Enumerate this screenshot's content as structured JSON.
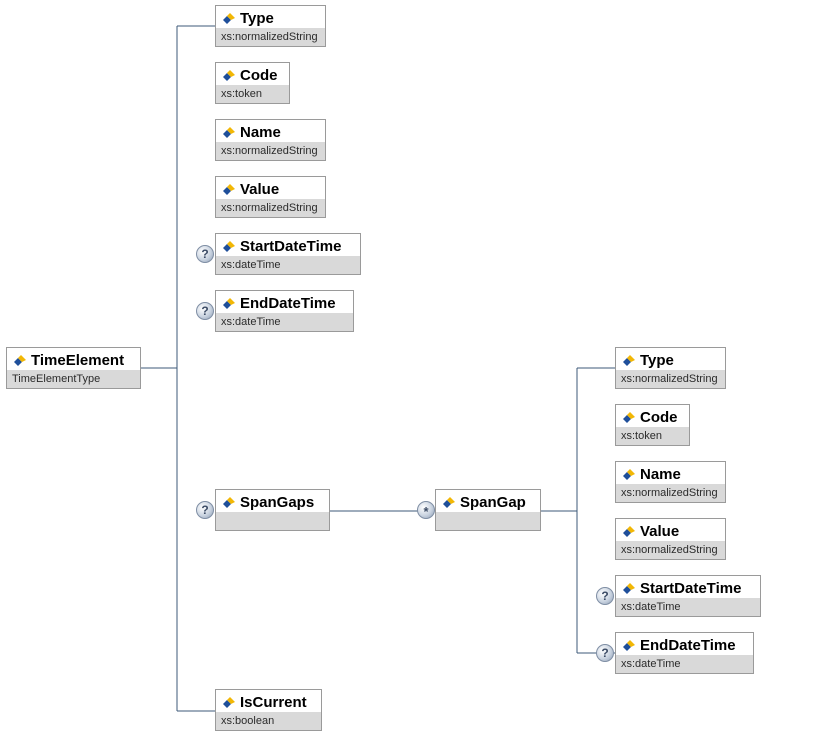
{
  "diagram": {
    "line_color": "#3c5a78",
    "root": {
      "name": "TimeElement",
      "type": "TimeElementType"
    },
    "children": [
      {
        "name": "Type",
        "type": "xs:normalizedString",
        "optional": false
      },
      {
        "name": "Code",
        "type": "xs:token",
        "optional": false
      },
      {
        "name": "Name",
        "type": "xs:normalizedString",
        "optional": false
      },
      {
        "name": "Value",
        "type": "xs:normalizedString",
        "optional": false
      },
      {
        "name": "StartDateTime",
        "type": "xs:dateTime",
        "optional": true
      },
      {
        "name": "EndDateTime",
        "type": "xs:dateTime",
        "optional": true
      },
      {
        "name": "SpanGaps",
        "type": "",
        "optional": true
      },
      {
        "name": "IsCurrent",
        "type": "xs:boolean",
        "optional": false
      }
    ],
    "spangap": {
      "name": "SpanGap",
      "type": "",
      "multiplicity": "*"
    },
    "spangap_children": [
      {
        "name": "Type",
        "type": "xs:normalizedString",
        "optional": false
      },
      {
        "name": "Code",
        "type": "xs:token",
        "optional": false
      },
      {
        "name": "Name",
        "type": "xs:normalizedString",
        "optional": false
      },
      {
        "name": "Value",
        "type": "xs:normalizedString",
        "optional": false
      },
      {
        "name": "StartDateTime",
        "type": "xs:dateTime",
        "optional": true
      },
      {
        "name": "EndDateTime",
        "type": "xs:dateTime",
        "optional": true
      }
    ],
    "optional_badge": "?",
    "element_icon": "element-icon"
  }
}
